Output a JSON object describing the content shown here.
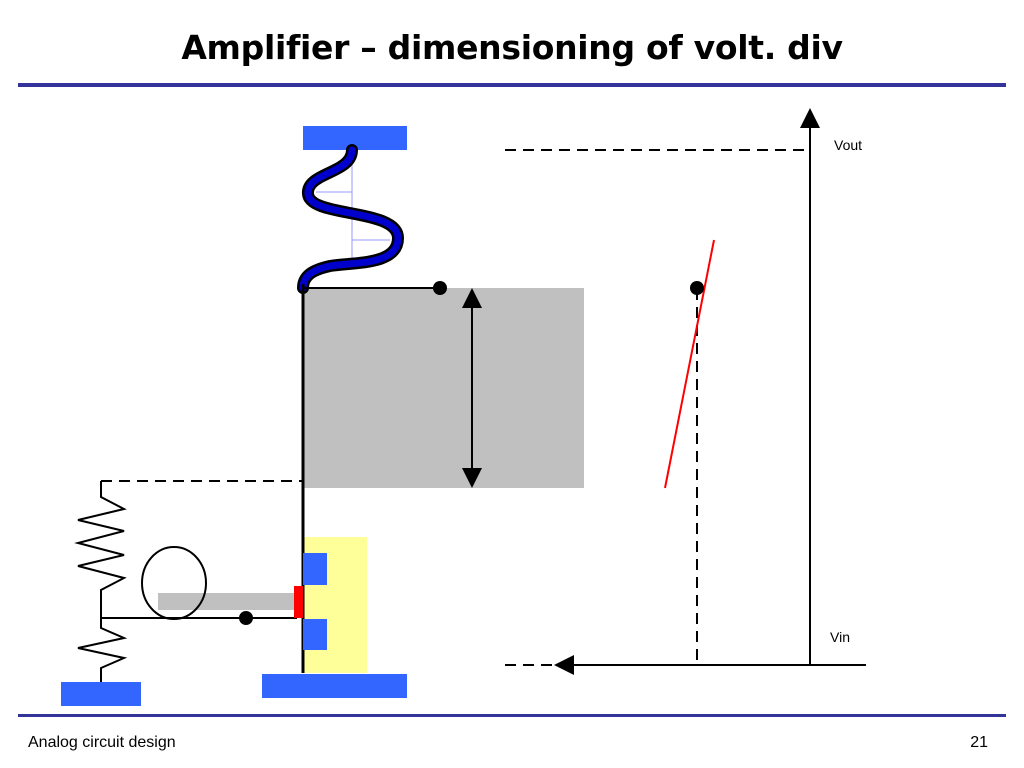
{
  "slide": {
    "title": "Amplifier – dimensioning of volt. div",
    "footer": "Analog circuit design",
    "page_number": "21"
  },
  "diagram": {
    "graph": {
      "y_axis_label": "Vout",
      "x_axis_label": "Vin"
    }
  },
  "colors": {
    "rule": "#333399",
    "rail": "#3366ff",
    "gray_region": "#c0c0c0",
    "transistor_well": "#ffff99",
    "gate": "#ff0000",
    "transfer_curve": "#ff0000",
    "inductor_fill": "#0000cc"
  }
}
